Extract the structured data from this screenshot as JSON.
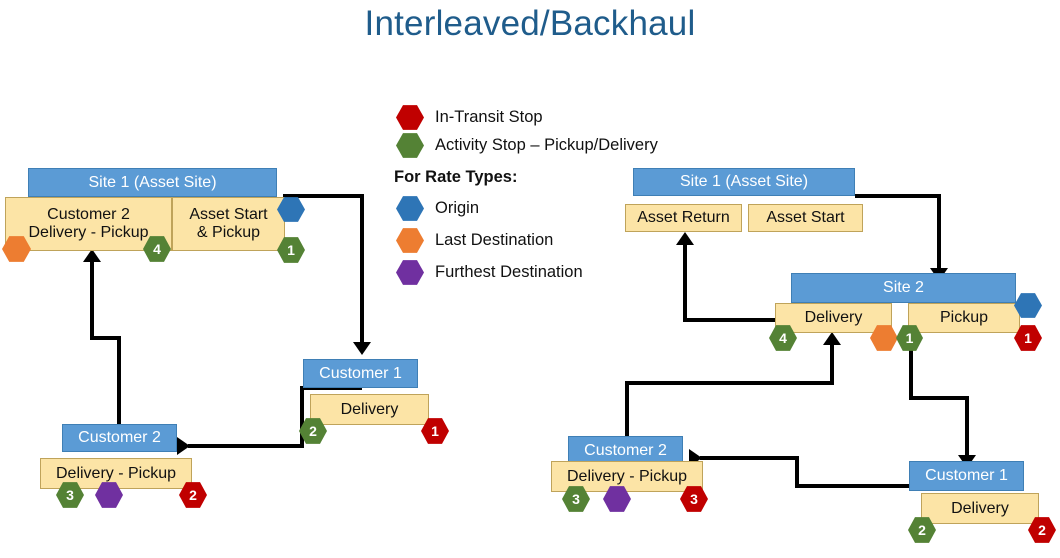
{
  "page": {
    "title": "Interleaved/Backhaul",
    "title_color": "#1F5C8B",
    "background": "#FFFFFF"
  },
  "colors": {
    "header_blue": "#5B9BD5",
    "cell_cream": "#FCE4A6",
    "in_transit_red": "#C00000",
    "activity_green": "#548235",
    "origin_blue": "#2E75B6",
    "last_destination_orange": "#ED7D31",
    "furthest_destination_purple": "#7030A0",
    "connector_black": "#000000"
  },
  "legend": {
    "stop_types": [
      {
        "marker": "in-transit-hex",
        "color": "#C00000",
        "label": "In-Transit Stop"
      },
      {
        "marker": "activity-hex",
        "color": "#548235",
        "label": "Activity Stop – Pickup/Delivery"
      }
    ],
    "rate_types_heading": "For Rate Types:",
    "rate_types": [
      {
        "marker": "origin-hex",
        "color": "#2E75B6",
        "label": "Origin"
      },
      {
        "marker": "last-destination-hex",
        "color": "#ED7D31",
        "label": "Last Destination"
      },
      {
        "marker": "furthest-destination-hex",
        "color": "#7030A0",
        "label": "Furthest Destination"
      }
    ]
  },
  "left_diagram": {
    "name": "interleaved-scenario",
    "nodes": {
      "site1": {
        "header": "Site 1 (Asset Site)",
        "cells": [
          {
            "lines": [
              "Customer 2",
              "Delivery - Pickup"
            ],
            "badges": [
              "last-destination-hex",
              "activity-4"
            ]
          },
          {
            "lines": [
              "Asset Start",
              "& Pickup"
            ],
            "badges": [
              "origin-hex",
              "activity-1"
            ]
          }
        ]
      },
      "customer1": {
        "header": "Customer 1",
        "cells": [
          {
            "lines": [
              "Delivery"
            ],
            "badges": [
              "activity-2",
              "in-transit-1"
            ]
          }
        ]
      },
      "customer2": {
        "header": "Customer 2",
        "cells": [
          {
            "lines": [
              "Delivery - Pickup"
            ],
            "badges": [
              "activity-3",
              "furthest-destination-hex",
              "in-transit-2"
            ]
          }
        ]
      }
    },
    "badge_values": {
      "site1_cell1_activity": "4",
      "site1_cell2_activity": "1",
      "customer1_activity": "2",
      "customer1_transit": "1",
      "customer2_activity": "3",
      "customer2_transit": "2"
    }
  },
  "right_diagram": {
    "name": "backhaul-scenario",
    "nodes": {
      "site1": {
        "header": "Site 1 (Asset Site)",
        "cells": [
          {
            "lines": [
              "Asset Return"
            ],
            "badges": []
          },
          {
            "lines": [
              "Asset Start"
            ],
            "badges": []
          }
        ]
      },
      "site2": {
        "header": "Site 2",
        "cells": [
          {
            "lines": [
              "Delivery"
            ],
            "badges": [
              "activity-4",
              "last-destination-hex"
            ]
          },
          {
            "lines": [
              "Pickup"
            ],
            "badges": [
              "activity-1",
              "origin-hex",
              "in-transit-1"
            ]
          }
        ]
      },
      "customer1": {
        "header": "Customer 1",
        "cells": [
          {
            "lines": [
              "Delivery"
            ],
            "badges": [
              "activity-2",
              "in-transit-2"
            ]
          }
        ]
      },
      "customer2": {
        "header": "Customer 2",
        "cells": [
          {
            "lines": [
              "Delivery - Pickup"
            ],
            "badges": [
              "activity-3",
              "furthest-destination-hex",
              "in-transit-3"
            ]
          }
        ]
      }
    },
    "badge_values": {
      "site2_delivery_activity": "4",
      "site2_pickup_activity": "1",
      "site2_pickup_transit": "1",
      "customer1_activity": "2",
      "customer1_transit": "2",
      "customer2_activity": "3",
      "customer2_transit": "3"
    }
  }
}
